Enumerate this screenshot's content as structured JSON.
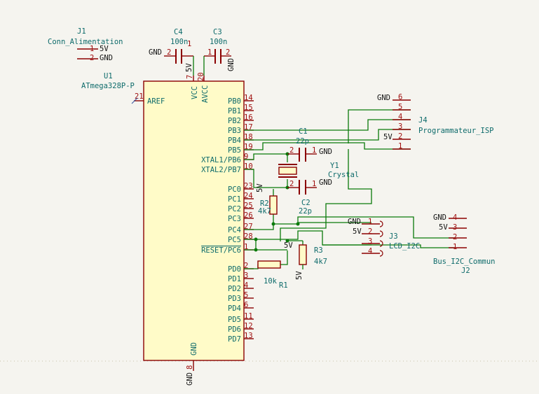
{
  "components": {
    "j1": {
      "ref": "J1",
      "value": "Conn_Alimentation",
      "pins": [
        "1",
        "2"
      ],
      "nets": [
        "5V",
        "GND"
      ]
    },
    "c4": {
      "ref": "C4",
      "value": "100n",
      "pins": [
        "2",
        "1"
      ],
      "net_left": "GND",
      "net_right": "5V"
    },
    "c3": {
      "ref": "C3",
      "value": "100n",
      "pins": [
        "1",
        "2"
      ],
      "net_right": "GND"
    },
    "u1": {
      "ref": "U1",
      "value": "ATmega328P-P",
      "aref": {
        "name": "AREF",
        "num": "21"
      },
      "vcc": {
        "name": "VCC",
        "num": "7"
      },
      "avcc": {
        "name": "AVCC",
        "num": "20"
      },
      "gnd": {
        "name": "GND",
        "num": "8"
      },
      "right_pins": [
        {
          "name": "PB0",
          "num": "14"
        },
        {
          "name": "PB1",
          "num": "15"
        },
        {
          "name": "PB2",
          "num": "16"
        },
        {
          "name": "PB3",
          "num": "17"
        },
        {
          "name": "PB4",
          "num": "18"
        },
        {
          "name": "PB5",
          "num": "19"
        },
        {
          "name": "XTAL1/PB6",
          "num": "9"
        },
        {
          "name": "XTAL2/PB7",
          "num": "10"
        },
        {
          "name": "PC0",
          "num": "23"
        },
        {
          "name": "PC1",
          "num": "24"
        },
        {
          "name": "PC2",
          "num": "25"
        },
        {
          "name": "PC3",
          "num": "26"
        },
        {
          "name": "PC4",
          "num": "27"
        },
        {
          "name": "PC5",
          "num": "28"
        },
        {
          "name": "RESET/PC6",
          "num": "1"
        },
        {
          "name": "PD0",
          "num": "2"
        },
        {
          "name": "PD1",
          "num": "3"
        },
        {
          "name": "PD2",
          "num": "4"
        },
        {
          "name": "PD3",
          "num": "5"
        },
        {
          "name": "PD4",
          "num": "6"
        },
        {
          "name": "PD5",
          "num": "11"
        },
        {
          "name": "PD6",
          "num": "12"
        },
        {
          "name": "PD7",
          "num": "13"
        }
      ]
    },
    "j4": {
      "ref": "J4",
      "value": "Programmateur_ISP",
      "pins": [
        "6",
        "5",
        "4",
        "3",
        "2",
        "1"
      ],
      "net_gnd": "GND",
      "net_5v": "5V"
    },
    "c1": {
      "ref": "C1",
      "value": "22p",
      "pins": [
        "2",
        "1"
      ],
      "net": "GND"
    },
    "y1": {
      "ref": "Y1",
      "value": "Crystal"
    },
    "c2": {
      "ref": "C2",
      "value": "22p",
      "pins": [
        "2",
        "1"
      ],
      "net": "GND"
    },
    "r2": {
      "ref": "R2",
      "value": "4k7",
      "net": "5V"
    },
    "r3": {
      "ref": "R3",
      "value": "4k7",
      "net": "5V"
    },
    "r1": {
      "ref": "R1",
      "value": "10k",
      "net": "5V"
    },
    "j3": {
      "ref": "J3",
      "value": "LCD_I2C",
      "pins": [
        "1",
        "2",
        "3",
        "4"
      ],
      "net_gnd": "GND",
      "net_5v": "5V"
    },
    "j2": {
      "ref": "J2",
      "value": "Bus_I2C_Commun",
      "pins": [
        "4",
        "3",
        "2",
        "1"
      ],
      "net_gnd": "GND",
      "net_5v": "5V"
    }
  }
}
